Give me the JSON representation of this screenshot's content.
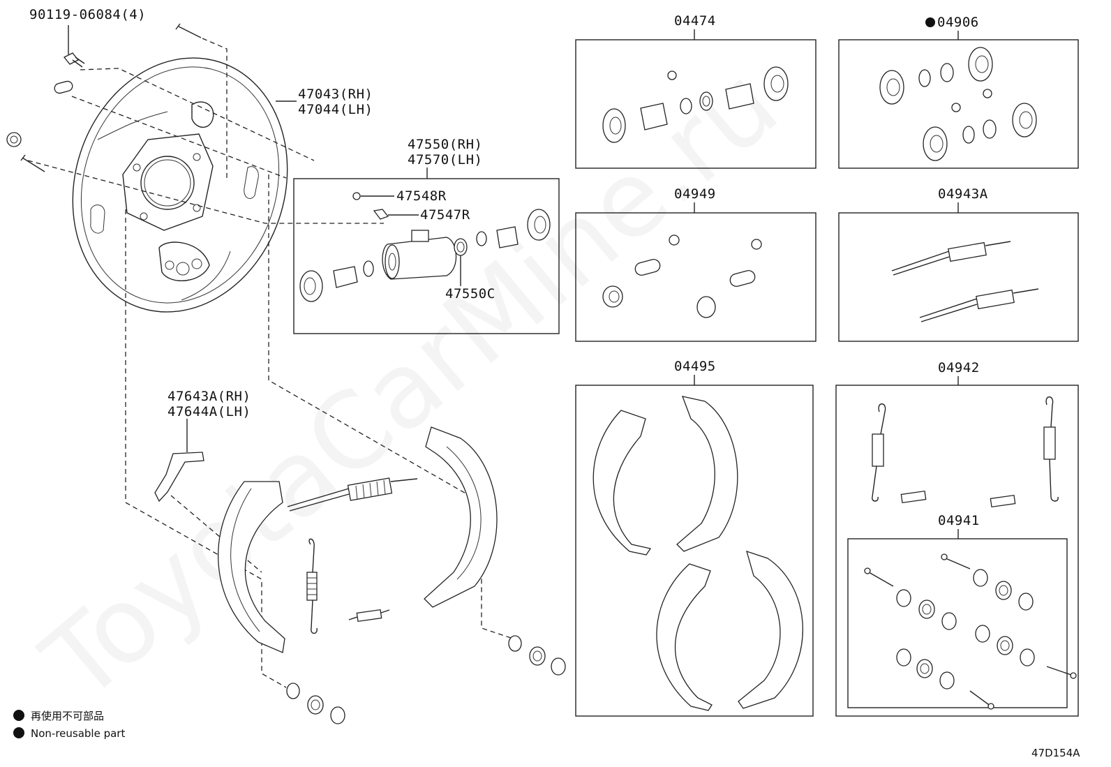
{
  "part_labels": {
    "bolt": "90119-06084(4)",
    "backing_plate_rh": "47043(RH)",
    "backing_plate_lh": "47044(LH)",
    "wheel_cyl_rh": "47550(RH)",
    "wheel_cyl_lh": "47570(LH)",
    "bleeder_cap": "47548R",
    "bleeder_plug": "47547R",
    "cylinder_kit": "47550C",
    "lever_rh": "47643A(RH)",
    "lever_lh": "47644A(LH)"
  },
  "kit_boxes": {
    "k04474": "04474",
    "k04906": "04906",
    "k04949": "04949",
    "k04943A": "04943A",
    "k04495": "04495",
    "k04942": "04942",
    "k04941": "04941"
  },
  "legend": {
    "jp_text": "再使用不可部品",
    "en_text": "Non-reusable part"
  },
  "figure_code": "47D154A",
  "watermark": "ToyotaCarMine.ru"
}
